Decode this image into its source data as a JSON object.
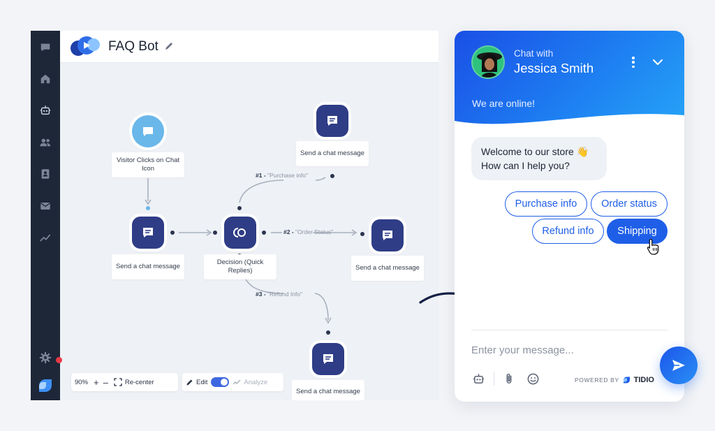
{
  "builder": {
    "title": "FAQ Bot",
    "nodes": {
      "visitor": "Visitor Clicks on Chat Icon",
      "send_left": "Send a chat message",
      "decision": "Decision (Quick Replies)",
      "send_top": "Send a chat message",
      "send_right": "Send a chat message",
      "send_bottom": "Send a chat message"
    },
    "edges": {
      "e1_num": "#1 -",
      "e1_text": "\"Purchase info\"",
      "e2_num": "#2 -",
      "e2_text": "\"Order Status\"",
      "e3_num": "#3 -",
      "e3_text": "\"Refund Info\""
    },
    "toolbar": {
      "zoom": "90%",
      "zoom_in": "+",
      "zoom_out": "–",
      "recenter": "Re-center",
      "edit": "Edit",
      "analyze": "Analyze"
    },
    "sidebar_icons": [
      "chat-icon",
      "home-icon",
      "bot-icon",
      "visitors-icon",
      "contacts-icon",
      "mail-icon",
      "analytics-icon",
      "settings-icon"
    ]
  },
  "chat": {
    "chat_with": "Chat with",
    "agent_name": "Jessica Smith",
    "status": "We are online!",
    "welcome_line1": "Welcome to our store 👋",
    "welcome_line2": "How can I help you?",
    "quick_replies": [
      "Purchase info",
      "Order status",
      "Refund info",
      "Shipping"
    ],
    "input_placeholder": "Enter your message...",
    "powered_by": "POWERED BY",
    "brand": "TIDIO"
  },
  "colors": {
    "sidebar": "#1d2738",
    "node": "#2f3d86",
    "trigger_node": "#6ab7ea",
    "accent": "#1f5fe8"
  }
}
